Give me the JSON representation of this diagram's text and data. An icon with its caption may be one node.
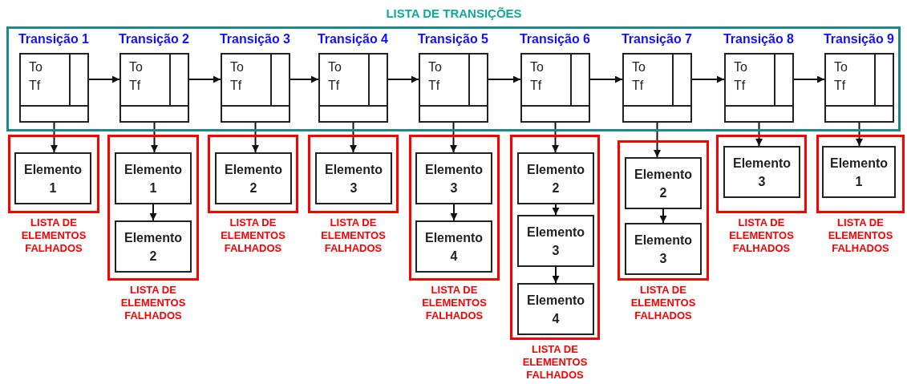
{
  "diagram": {
    "nodes": [
      {
        "text": [
          "LISTA DE TRANSIÇÕES"
        ]
      },
      {
        "text": [
          "Transição 1",
          "To",
          "Tf"
        ],
        "in": 0
      },
      {
        "text": [
          "Transição 2",
          "To",
          "Tf"
        ],
        "in": 0
      },
      {
        "text": [
          "Transição 3",
          "To",
          "Tf"
        ],
        "in": 0
      },
      {
        "text": [
          "Transição 4",
          "To",
          "Tf"
        ],
        "in": 0
      },
      {
        "text": [
          "Transição 5",
          "To",
          "Tf"
        ],
        "in": 0
      },
      {
        "text": [
          "Transição 6",
          "To",
          "Tf"
        ],
        "in": 0
      },
      {
        "text": [
          "Transição 7",
          "To",
          "Tf"
        ],
        "in": 0
      },
      {
        "text": [
          "Transição 8",
          "To",
          "Tf"
        ],
        "in": 0
      },
      {
        "text": [
          "Transição 9",
          "To",
          "Tf"
        ],
        "in": 0
      },
      {
        "text": [
          "LISTA DE ELEMENTOS FALHADOS"
        ]
      },
      {
        "text": [
          "Elemento 1"
        ],
        "in": 10
      },
      {
        "text": [
          "LISTA DE ELEMENTOS FALHADOS"
        ]
      },
      {
        "text": [
          "Elemento 1"
        ],
        "in": 12
      },
      {
        "text": [
          "Elemento 2"
        ],
        "in": 12
      },
      {
        "text": [
          "LISTA DE ELEMENTOS FALHADOS"
        ]
      },
      {
        "text": [
          "Elemento 2"
        ],
        "in": 15
      },
      {
        "text": [
          "LISTA DE ELEMENTOS FALHADOS"
        ]
      },
      {
        "text": [
          "Elemento 3"
        ],
        "in": 17
      },
      {
        "text": [
          "LISTA DE ELEMENTOS FALHADOS"
        ]
      },
      {
        "text": [
          "Elemento 3"
        ],
        "in": 19
      },
      {
        "text": [
          "Elemento 4"
        ],
        "in": 19
      },
      {
        "text": [
          "LISTA DE ELEMENTOS FALHADOS"
        ]
      },
      {
        "text": [
          "Elemento 2"
        ],
        "in": 22
      },
      {
        "text": [
          "Elemento 3"
        ],
        "in": 22
      },
      {
        "text": [
          "Elemento 4"
        ],
        "in": 22
      },
      {
        "text": [
          "LISTA DE ELEMENTOS FALHADOS"
        ]
      },
      {
        "text": [
          "Elemento 2"
        ],
        "in": 26
      },
      {
        "text": [
          "Elemento 3"
        ],
        "in": 26
      },
      {
        "text": [
          "LISTA DE ELEMENTOS FALHADOS"
        ]
      },
      {
        "text": [
          "Elemento 3"
        ],
        "in": 29
      },
      {
        "text": [
          "LISTA DE ELEMENTOS FALHADOS"
        ]
      },
      {
        "text": [
          "Elemento 1"
        ],
        "in": 31
      }
    ],
    "edges": [
      {
        "from": 1,
        "to": 2,
        "arrow": "to"
      },
      {
        "from": 2,
        "to": 3,
        "arrow": "to"
      },
      {
        "from": 3,
        "to": 4,
        "arrow": "to"
      },
      {
        "from": 4,
        "to": 5,
        "arrow": "to"
      },
      {
        "from": 5,
        "to": 6,
        "arrow": "to"
      },
      {
        "from": 6,
        "to": 7,
        "arrow": "to"
      },
      {
        "from": 7,
        "to": 8,
        "arrow": "to"
      },
      {
        "from": 8,
        "to": 9,
        "arrow": "to"
      },
      {
        "from": 1,
        "to": 11,
        "arrow": "to"
      },
      {
        "from": 2,
        "to": 13,
        "arrow": "to"
      },
      {
        "from": 3,
        "to": 16,
        "arrow": "to"
      },
      {
        "from": 4,
        "to": 18,
        "arrow": "to"
      },
      {
        "from": 5,
        "to": 20,
        "arrow": "to"
      },
      {
        "from": 6,
        "to": 23,
        "arrow": "to"
      },
      {
        "from": 7,
        "to": 27,
        "arrow": "to"
      },
      {
        "from": 8,
        "to": 30,
        "arrow": "to"
      },
      {
        "from": 9,
        "to": 32,
        "arrow": "to"
      },
      {
        "from": 13,
        "to": 14,
        "arrow": "to"
      },
      {
        "from": 20,
        "to": 21,
        "arrow": "to"
      },
      {
        "from": 23,
        "to": 24,
        "arrow": "to"
      },
      {
        "from": 24,
        "to": 25,
        "arrow": "to"
      },
      {
        "from": 27,
        "to": 28,
        "arrow": "to"
      }
    ]
  }
}
